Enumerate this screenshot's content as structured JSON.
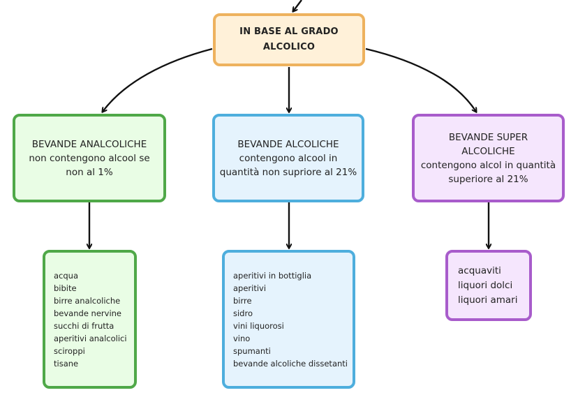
{
  "root": {
    "title": "IN BASE AL GRADO ALCOLICO"
  },
  "categories": [
    {
      "title": "BEVANDE ANALCOLICHE",
      "desc": "non contengono alcool se non al 1%"
    },
    {
      "title": "BEVANDE ALCOLICHE",
      "desc": "contengono alcool in quantità non supriore al 21%"
    },
    {
      "title": "BEVANDE SUPER ALCOLICHE",
      "desc": "contengono alcol in quantità superiore al 21%"
    }
  ],
  "lists": [
    [
      "acqua",
      "bibite",
      "birre analcoliche",
      "bevande nervine",
      "succhi di frutta",
      "aperitivi analcolici",
      "sciroppi",
      "tisane"
    ],
    [
      "aperitivi in bottiglia",
      "aperitivi",
      "birre",
      "sidro",
      "vini liquorosi",
      "vino",
      "spumanti",
      "bevande alcoliche dissetanti"
    ],
    [
      "acquaviti",
      "liquori dolci",
      "liquori amari"
    ]
  ],
  "colors": {
    "root_border": "#eeb25e",
    "root_fill": "#fff1d9",
    "green_border": "#4fa848",
    "green_fill": "#e9fde5",
    "blue_border": "#4eaedd",
    "blue_fill": "#e5f3fd",
    "purple_border": "#a85ccb",
    "purple_fill": "#f5e6fd",
    "connector": "#111111"
  }
}
